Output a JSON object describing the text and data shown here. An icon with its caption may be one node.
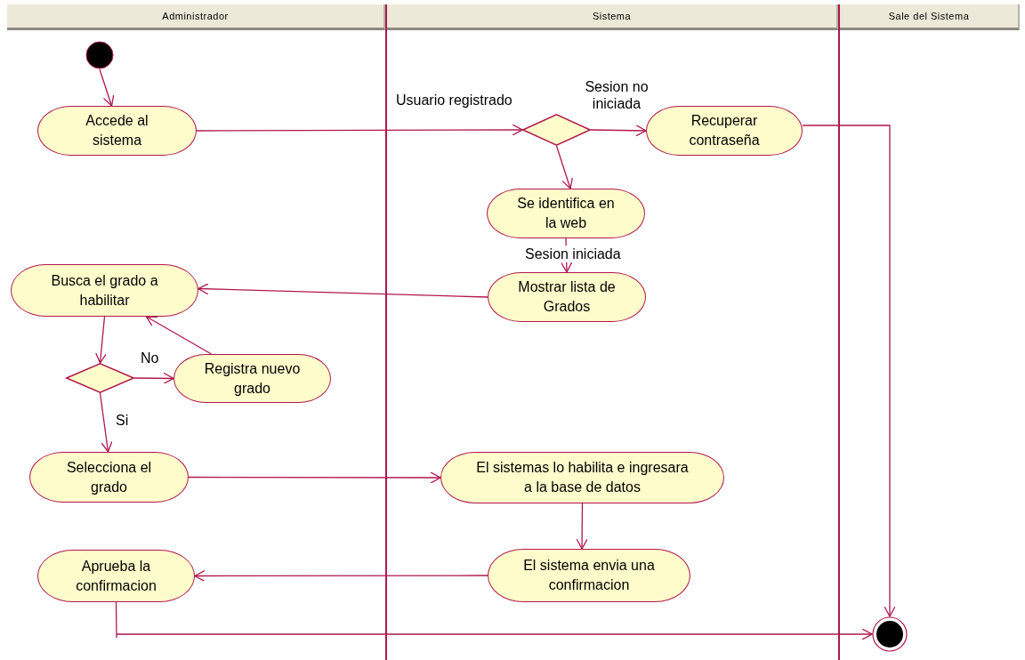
{
  "diagram": {
    "nodes": [
      {
        "text": [
          "Administrador"
        ]
      },
      {
        "text": [
          "Sistema"
        ]
      },
      {
        "text": [
          "Sale del Sistema"
        ]
      },
      {
        "text": [],
        "shape": "circle",
        "in": 0
      },
      {
        "text": [
          "Accede al sistema"
        ],
        "in": 0
      },
      {
        "text": [],
        "shape": "diamond",
        "in": 1
      },
      {
        "text": [
          "Recuperar contraseña"
        ],
        "in": 1
      },
      {
        "text": [
          "Se identifica en la web"
        ],
        "in": 1
      },
      {
        "text": [
          "Busca el grado a habilitar"
        ],
        "in": 0
      },
      {
        "text": [
          "Mostrar lista de Grados"
        ],
        "in": 1
      },
      {
        "text": [],
        "shape": "diamond",
        "in": 0
      },
      {
        "text": [
          "Registra nuevo grado"
        ],
        "in": 0
      },
      {
        "text": [
          "Selecciona el grado"
        ],
        "in": 0
      },
      {
        "text": [
          "El sistemas lo habilita e ingresara a la base de datos"
        ],
        "in": 1
      },
      {
        "text": [
          "Aprueba la confirmacion"
        ],
        "in": 0
      },
      {
        "text": [
          "El sistema envia una confirmacion"
        ],
        "in": 1
      },
      {
        "text": [],
        "shape": "bullseye",
        "in": 2
      }
    ],
    "edges": [
      {
        "from": 3,
        "to": 4,
        "arrow": "to"
      },
      {
        "from": 4,
        "to": 5,
        "arrow": "to",
        "label": "Usuario registrado"
      },
      {
        "from": 5,
        "to": 6,
        "arrow": "to",
        "label": "Sesion no iniciada"
      },
      {
        "from": 5,
        "to": 7,
        "arrow": "to"
      },
      {
        "from": 7,
        "to": 9,
        "arrow": "to",
        "label": "Sesion iniciada"
      },
      {
        "from": 9,
        "to": 8,
        "arrow": "to"
      },
      {
        "from": 8,
        "to": 10,
        "arrow": "to"
      },
      {
        "from": 10,
        "to": 11,
        "arrow": "to",
        "label": "No"
      },
      {
        "from": 11,
        "to": 8,
        "arrow": "to"
      },
      {
        "from": 10,
        "to": 12,
        "arrow": "to",
        "label": "Si"
      },
      {
        "from": 12,
        "to": 13,
        "arrow": "to"
      },
      {
        "from": 13,
        "to": 15,
        "arrow": "to"
      },
      {
        "from": 15,
        "to": 14,
        "arrow": "to"
      },
      {
        "from": 14,
        "to": 16,
        "arrow": "to"
      },
      {
        "from": 6,
        "to": 16,
        "arrow": "to"
      }
    ]
  }
}
